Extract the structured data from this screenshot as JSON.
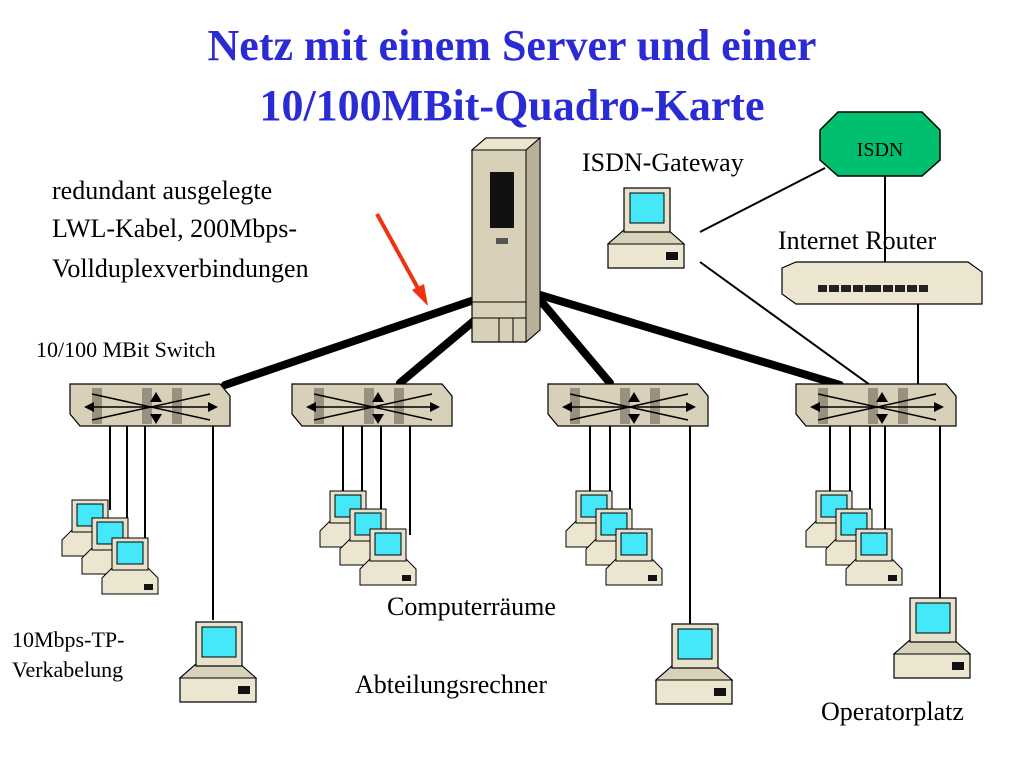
{
  "title": {
    "line1": "Netz mit einem Server und einer",
    "line2": "10/100MBit-Quadro-Karte"
  },
  "labels": {
    "redundant_line1": "redundant ausgelegte",
    "redundant_line2": "LWL-Kabel, 200Mbps-",
    "redundant_line3": "Vollduplexverbindungen",
    "switch": "10/100 MBit Switch",
    "isdn_gateway": "ISDN-Gateway",
    "isdn": "ISDN",
    "internet_router": "Internet Router",
    "computerraeume": "Computerräume",
    "abteilungsrechner": "Abteilungsrechner",
    "tp_line1": "10Mbps-TP-",
    "tp_line2": "Verkabelung",
    "operatorplatz": "Operatorplatz"
  },
  "colors": {
    "title": "#2b2bd6",
    "isdn_cloud": "#00c070",
    "screen": "#44e8f8",
    "device_beige": "#e8e2cc",
    "arrow_red": "#ee3311"
  },
  "icons": [
    "server-tower-icon",
    "switch-icon",
    "workstation-icon",
    "router-icon",
    "isdn-cloud-icon"
  ]
}
